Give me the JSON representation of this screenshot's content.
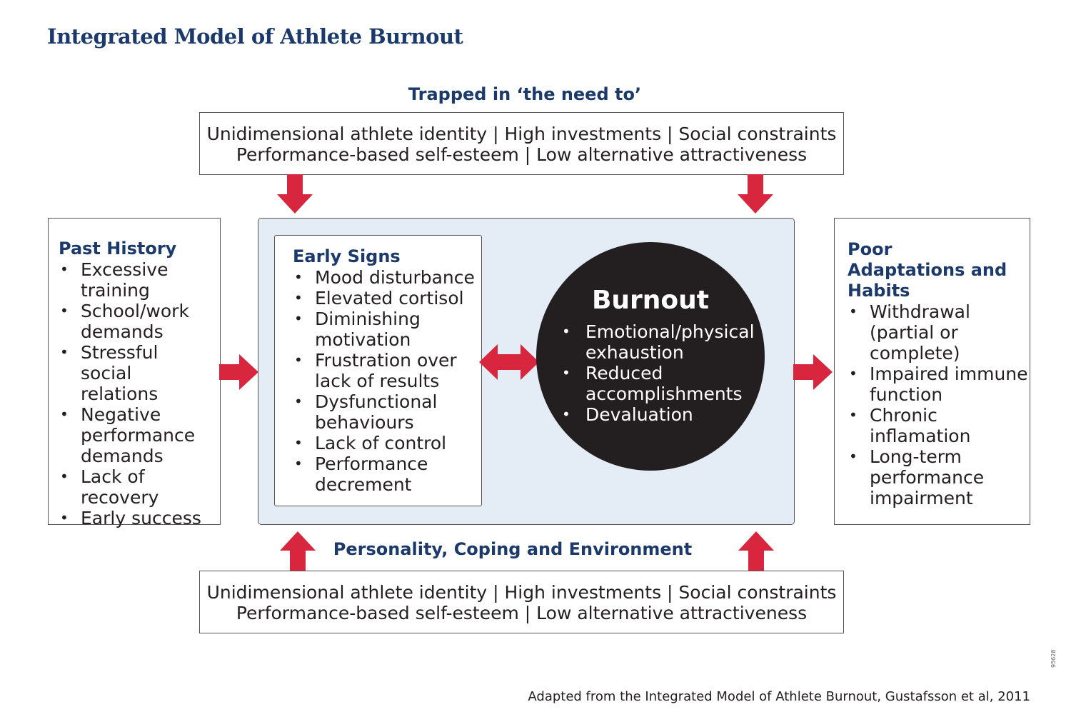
{
  "title": "Integrated Model of Athlete Burnout",
  "top_section": {
    "heading": "Trapped in ‘the need to’",
    "lines": [
      "Unidimensional athlete identity | High investments | Social constraints",
      "Performance-based self-esteem | Low alternative attractiveness"
    ]
  },
  "past_history": {
    "heading": "Past History",
    "items": [
      "Excessive training",
      "School/work demands",
      "Stressful social relations",
      "Negative performance demands",
      "Lack of recovery",
      "Early success"
    ]
  },
  "early_signs": {
    "heading": "Early Signs",
    "items": [
      "Mood disturbance",
      "Elevated cortisol",
      "Diminishing motivation",
      "Frustration over lack of results",
      "Dysfunctional behaviours",
      "Lack of control",
      "Performance decrement"
    ]
  },
  "burnout": {
    "heading": "Burnout",
    "items": [
      "Emotional/physical exhaustion",
      "Reduced accomplishments",
      "Devaluation"
    ]
  },
  "poor_adaptations": {
    "heading": "Poor Adaptations and Habits",
    "items": [
      "Withdrawal (partial or complete)",
      "Impaired immune function",
      "Chronic inflamation",
      "Long-term performance impairment"
    ]
  },
  "bottom_section": {
    "heading": "Personality, Coping and Environment",
    "lines": [
      "Unidimensional athlete identity | High investments | Social constraints",
      "Performance-based self-esteem | Low alternative attractiveness"
    ]
  },
  "footer": "Adapted from the Integrated Model of Athlete Burnout, Gustafsson et al, 2011",
  "code": "95628",
  "colors": {
    "heading": "#1b3a6b",
    "arrow": "#d7263d",
    "panel_bg": "#e4ecf5",
    "circle": "#231f20"
  }
}
